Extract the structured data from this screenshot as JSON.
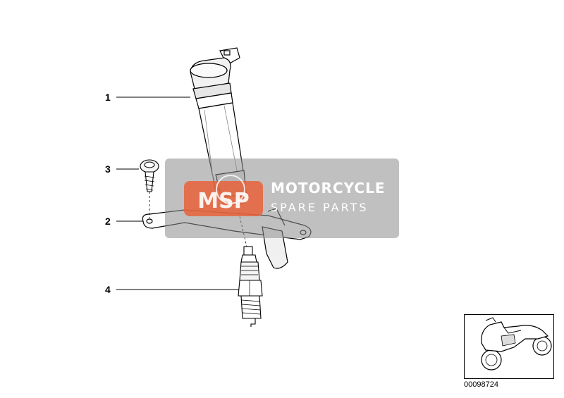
{
  "callouts": [
    {
      "id": "1",
      "label": "1"
    },
    {
      "id": "3",
      "label": "3"
    },
    {
      "id": "2",
      "label": "2"
    },
    {
      "id": "4",
      "label": "4"
    }
  ],
  "watermark": {
    "logo_text": "MSP",
    "title": "MOTORCYCLE",
    "subtitle": "SPARE PARTS",
    "accent_color": "#e8623a"
  },
  "reference_id": "00098724",
  "parts": [
    {
      "callout": "1",
      "icon": "ignition-coil-icon"
    },
    {
      "callout": "2",
      "icon": "bracket-icon"
    },
    {
      "callout": "3",
      "icon": "screw-icon"
    },
    {
      "callout": "4",
      "icon": "spark-plug-icon"
    }
  ],
  "thumbnail": {
    "icon": "motorcycle-icon"
  }
}
